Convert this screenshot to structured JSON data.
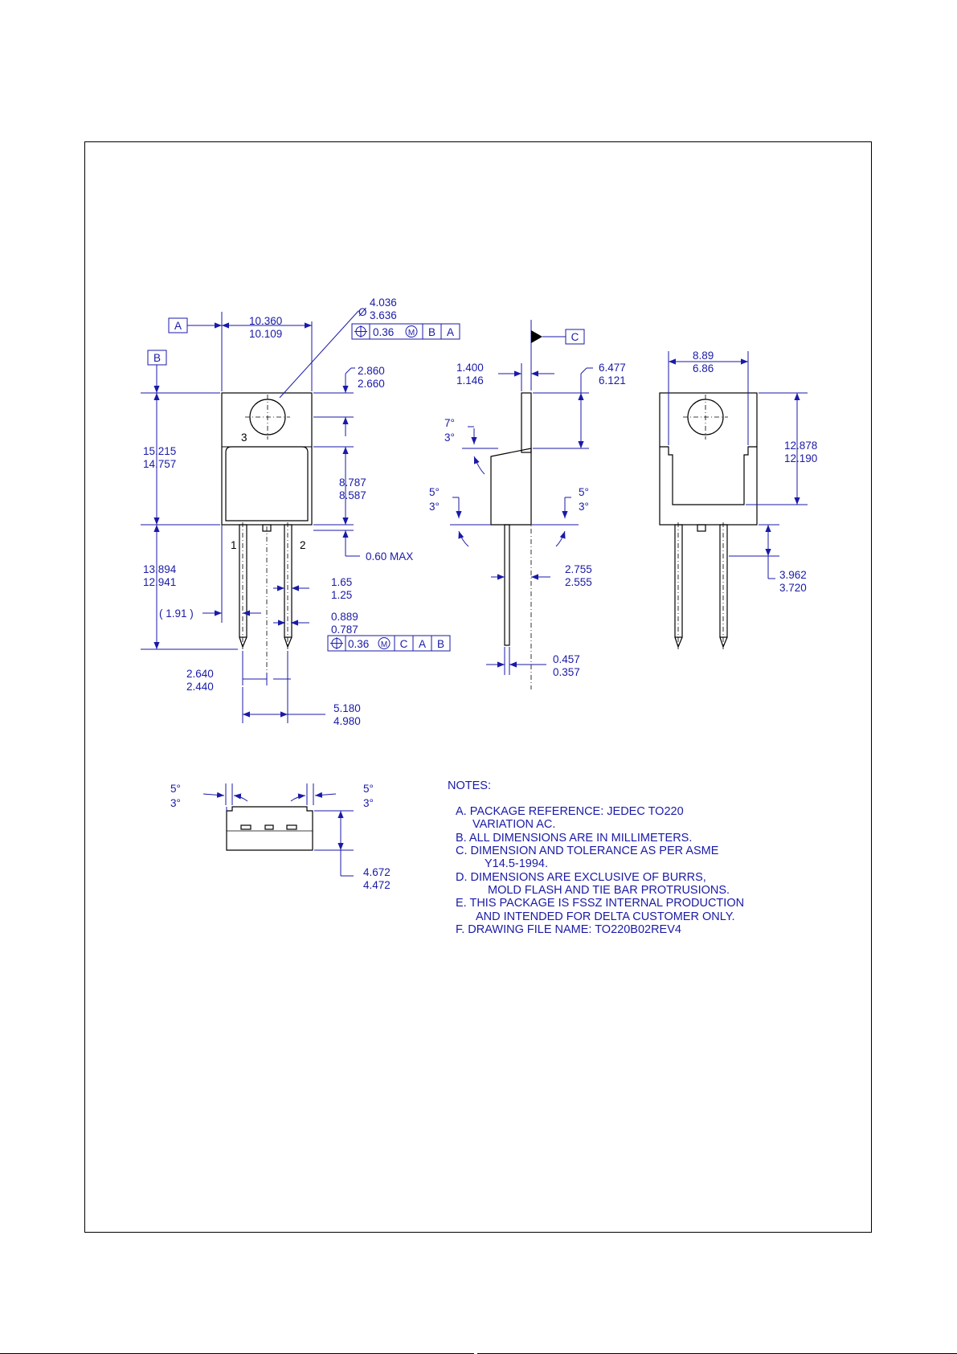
{
  "datums": {
    "a": "A",
    "b": "B",
    "c": "C"
  },
  "hole": {
    "dia_max": "4.036",
    "dia_min": "3.636",
    "diameter_symbol": "Ø"
  },
  "fcf_hole": {
    "tol": "0.36",
    "mod": "M",
    "d1": "B",
    "d2": "A"
  },
  "fcf_leads": {
    "tol": "0.36",
    "mod": "M",
    "d1": "C",
    "d2": "A",
    "d3": "B"
  },
  "front": {
    "width": [
      "10.360",
      "10.109"
    ],
    "tab_top": [
      "2.860",
      "2.660"
    ],
    "height": [
      "15.215",
      "14.757"
    ],
    "body": [
      "8.787",
      "8.587"
    ],
    "standoff": "0.60 MAX",
    "lead_len": [
      "13.894",
      "12.941"
    ],
    "ref": "( 1.91 )",
    "lead_w": [
      "1.65",
      "1.25"
    ],
    "lead_w2": [
      "0.889",
      "0.787"
    ],
    "pitch": [
      "2.640",
      "2.440"
    ],
    "span": [
      "5.180",
      "4.980"
    ],
    "pin1": "1",
    "pin2": "2",
    "pin3": "3"
  },
  "side": {
    "tab_thk": [
      "1.400",
      "1.146"
    ],
    "tab_len": [
      "6.477",
      "6.121"
    ],
    "ang_top": [
      "7°",
      "3°"
    ],
    "ang_bl": [
      "5°",
      "3°"
    ],
    "ang_br": [
      "5°",
      "3°"
    ],
    "body_thk": [
      "2.755",
      "2.555"
    ],
    "lead_thk": [
      "0.457",
      "0.357"
    ]
  },
  "back": {
    "width": [
      "8.89",
      "6.86"
    ],
    "height": [
      "12.878",
      "12.190"
    ],
    "lead": [
      "3.962",
      "3.720"
    ]
  },
  "bottom": {
    "ang_l": [
      "5°",
      "3°"
    ],
    "ang_r": [
      "5°",
      "3°"
    ],
    "height": [
      "4.672",
      "4.472"
    ]
  },
  "notes": {
    "title": "NOTES:",
    "lines": [
      "A. PACKAGE REFERENCE: JEDEC TO220",
      "VARIATION AC.",
      "B. ALL DIMENSIONS ARE IN MILLIMETERS.",
      "C. DIMENSION AND TOLERANCE AS PER ASME",
      "Y14.5-1994.",
      "D. DIMENSIONS ARE EXCLUSIVE OF BURRS,",
      "MOLD FLASH AND TIE BAR PROTRUSIONS.",
      "E.  THIS PACKAGE IS FSSZ INTERNAL PRODUCTION",
      "AND INTENDED FOR DELTA CUSTOMER ONLY.",
      "F. DRAWING FILE NAME: TO220B02REV4"
    ]
  }
}
